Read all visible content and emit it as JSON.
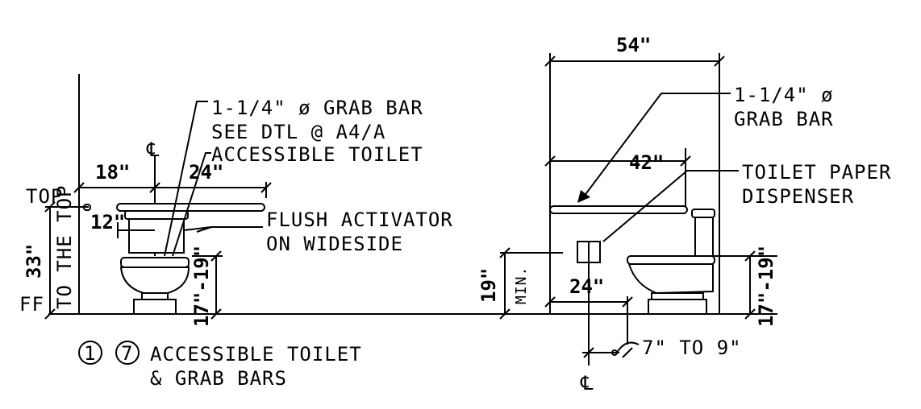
{
  "left_elevation": {
    "grab_bar_note": [
      "1-1/4\" ø GRAB BAR",
      "SEE DTL @ A4/A",
      "ACCESSIBLE TOILET"
    ],
    "centerline_symbol": "℄",
    "dim_18": "18\"",
    "dim_24": "24\"",
    "dim_12": "12\"",
    "flush_note": [
      "FLUSH ACTIVATOR",
      "ON WIDESIDE"
    ],
    "top_label": "TOP",
    "ff_label": "FF",
    "dim_33": "33\"",
    "to_the_top": "TO THE TOP",
    "seat_range": "17\"-19\""
  },
  "right_elevation": {
    "dim_54": "54\"",
    "grab_bar_note": [
      "1-1/4\" ø",
      "GRAB BAR"
    ],
    "dim_42": "42\"",
    "paper_note": [
      "TOILET PAPER",
      "DISPENSER"
    ],
    "dim_19": "19\"",
    "min_label": "MIN.",
    "dim_24": "24\"",
    "seat_range": "17\"-19\"",
    "offset_note": "7\" TO 9\"",
    "centerline_symbol": "℄"
  },
  "title": {
    "detail_1": "1",
    "detail_2": "7",
    "line1": "ACCESSIBLE TOILET",
    "line2": "& GRAB BARS"
  }
}
